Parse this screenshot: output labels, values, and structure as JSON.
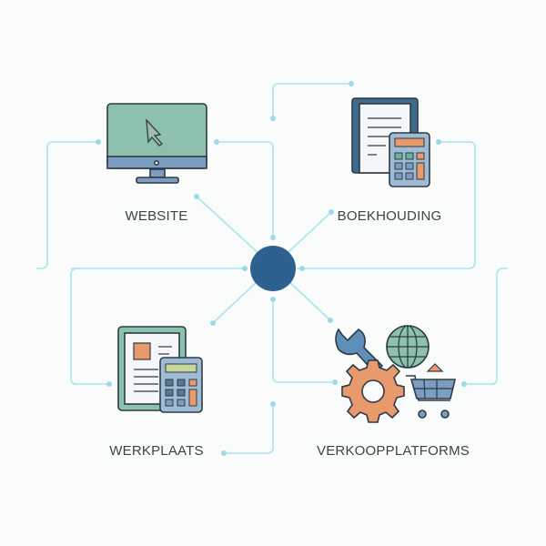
{
  "diagram": {
    "hub": {
      "color": "#2f6190"
    },
    "connector_color": "#a9e3ef",
    "nodes": [
      {
        "id": "website",
        "label": "WEBSITE",
        "icon": "monitor-cursor-icon"
      },
      {
        "id": "boekhouding",
        "label": "BOEKHOUDING",
        "icon": "document-calculator-icon"
      },
      {
        "id": "werkplaats",
        "label": "WERKPLAATS",
        "icon": "form-calculator-icon"
      },
      {
        "id": "verkoopplatforms",
        "label": "VERKOOPPLATFORMS",
        "icon": "wrench-gear-globe-cart-icon"
      }
    ]
  },
  "colors": {
    "teal": "#8cc1ad",
    "blue": "#7b9ec0",
    "dark_blue": "#3e6a8c",
    "orange": "#e89a6d",
    "outline": "#2f3a44"
  }
}
